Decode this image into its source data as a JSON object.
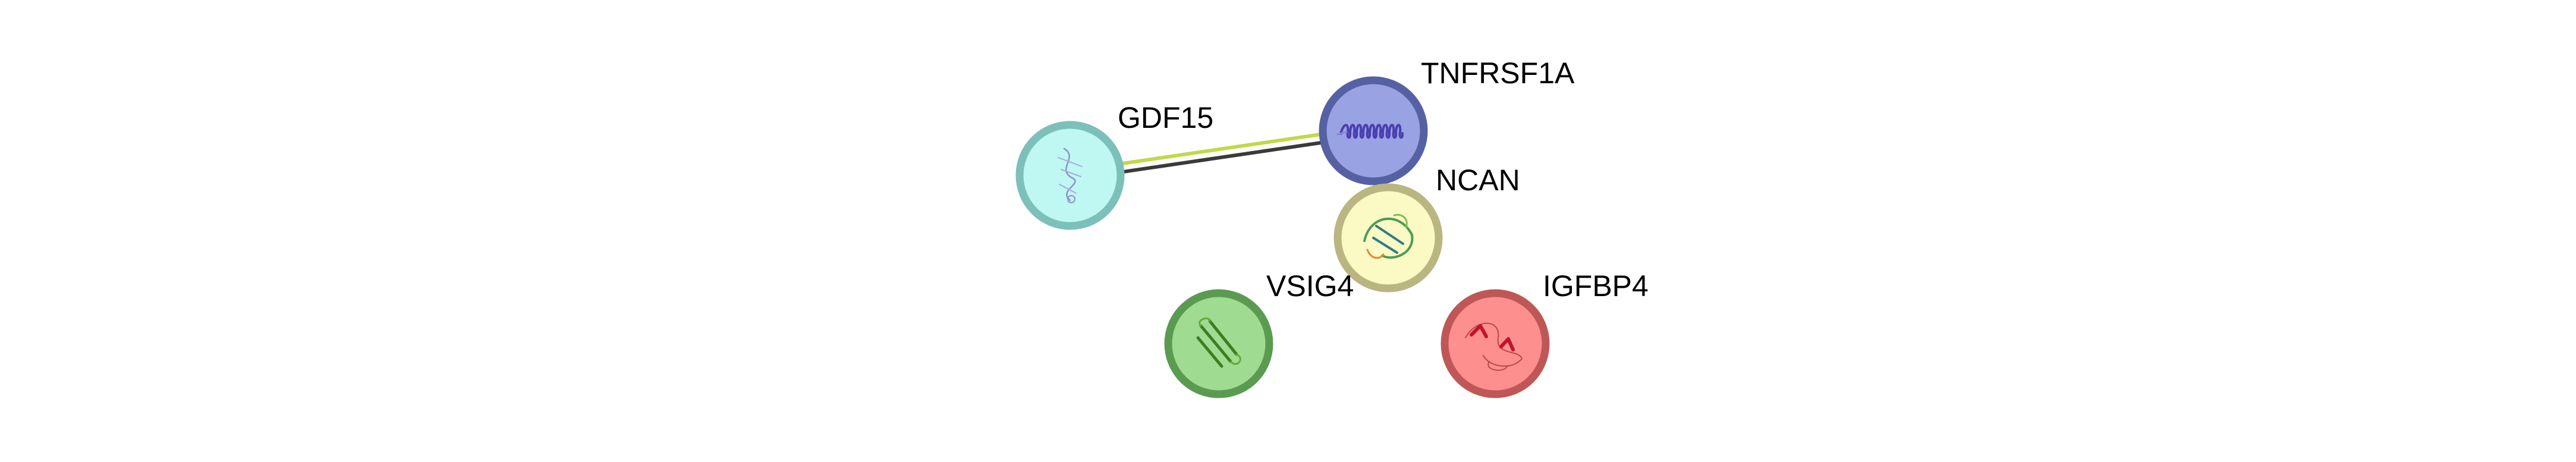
{
  "network": {
    "nodes": [
      {
        "id": "GDF15",
        "label": "GDF15",
        "fill": "#bff7f3",
        "stroke": "#7cc0ba",
        "structure_color": "#8a95c8",
        "structure_icon": "protein-structure-icon"
      },
      {
        "id": "TNFRSF1A",
        "label": "TNFRSF1A",
        "fill": "#99a3e3",
        "stroke": "#5561a3",
        "structure_color": "#4a3fb0",
        "structure_icon": "protein-structure-icon"
      },
      {
        "id": "NCAN",
        "label": "NCAN",
        "fill": "#fbf9c4",
        "stroke": "#b9b681",
        "structure_color": "#4d9a5a",
        "structure_icon": "protein-structure-icon"
      },
      {
        "id": "VSIG4",
        "label": "VSIG4",
        "fill": "#9fdb91",
        "stroke": "#5a9b51",
        "structure_color": "#3e7d22",
        "structure_icon": "protein-structure-icon"
      },
      {
        "id": "IGFBP4",
        "label": "IGFBP4",
        "fill": "#fd8f8f",
        "stroke": "#c05757",
        "structure_color": "#c0142a",
        "structure_icon": "protein-structure-icon"
      }
    ],
    "edges": [
      {
        "source": "GDF15",
        "target": "TNFRSF1A",
        "colors": [
          "#c3d84a",
          "#3a3a3a"
        ]
      }
    ]
  }
}
